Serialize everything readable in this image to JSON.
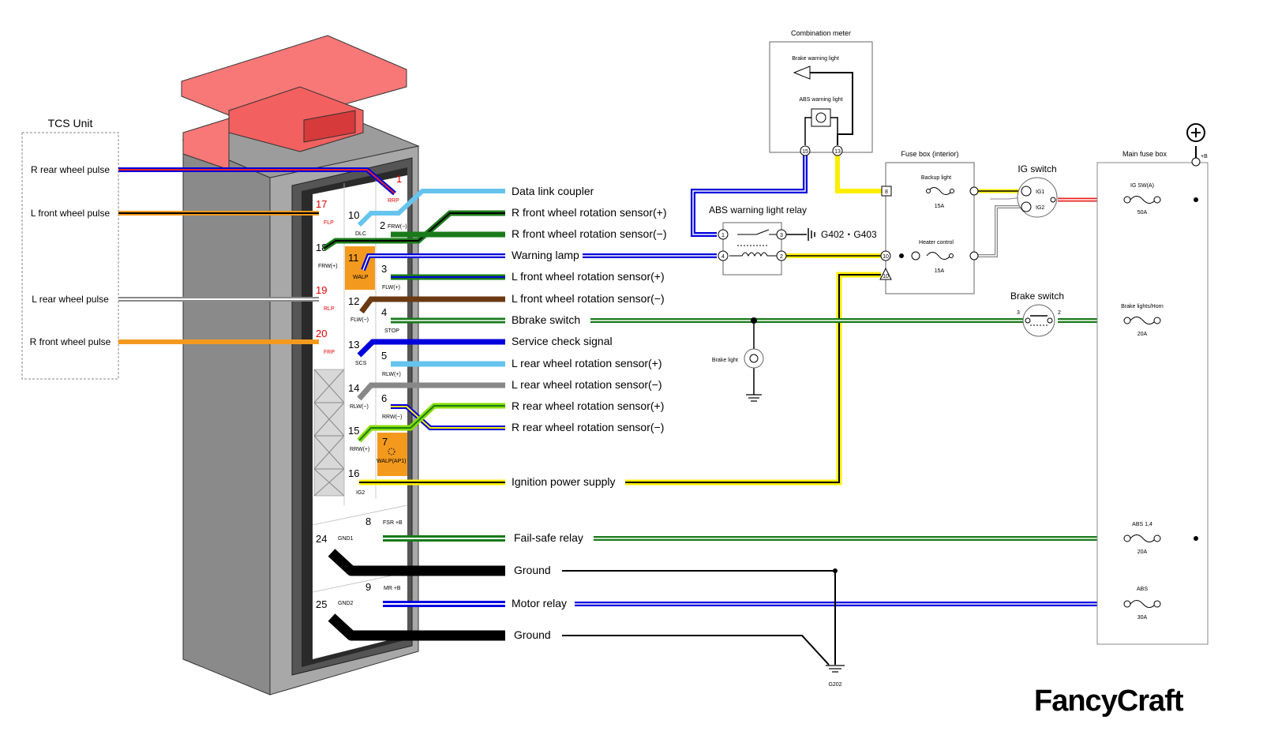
{
  "tcs_unit": {
    "title": "TCS Unit",
    "inputs": [
      "R rear wheel pulse",
      "L front wheel pulse",
      "L rear wheel pulse",
      "R front wheel pulse"
    ]
  },
  "connector": {
    "pins": [
      {
        "num": "1",
        "code": "RRP"
      },
      {
        "num": "17",
        "code": "FLP"
      },
      {
        "num": "10",
        "code": "DLC"
      },
      {
        "num": "2",
        "code": "FRW(−)"
      },
      {
        "num": "18",
        "code": "FRW(+)"
      },
      {
        "num": "11",
        "code": "WALP"
      },
      {
        "num": "3",
        "code": "FLW(+)"
      },
      {
        "num": "19",
        "code": "RLP"
      },
      {
        "num": "12",
        "code": "FLW(−)"
      },
      {
        "num": "4",
        "code": "STOP"
      },
      {
        "num": "20",
        "code": "FRP"
      },
      {
        "num": "13",
        "code": "SCS"
      },
      {
        "num": "5",
        "code": "RLW(+)"
      },
      {
        "num": "14",
        "code": "RLW(−)"
      },
      {
        "num": "6",
        "code": "RRW(−)"
      },
      {
        "num": "15",
        "code": "RRW(+)"
      },
      {
        "num": "7",
        "code": "WALP(AP1)"
      },
      {
        "num": "16",
        "code": "IG2"
      },
      {
        "num": "8",
        "code": "FSR +B"
      },
      {
        "num": "24",
        "code": "GND1"
      },
      {
        "num": "9",
        "code": "MR +B"
      },
      {
        "num": "25",
        "code": "GND2"
      }
    ]
  },
  "signals": [
    "Data link coupler",
    "R front wheel rotation sensor(+)",
    "R front wheel rotation sensor(−)",
    "Warning lamp",
    "L front wheel rotation sensor(+)",
    "L front wheel rotation sensor(−)",
    "Bbrake switch",
    "Service check signal",
    "L rear wheel rotation sensor(+)",
    "L rear wheel rotation sensor(−)",
    "R rear wheel rotation sensor(+)",
    "R rear wheel rotation sensor(−)",
    "Ignition power supply",
    "Fail-safe relay",
    "Ground",
    "Motor relay",
    "Ground"
  ],
  "combination_meter": {
    "title": "Combination meter",
    "brake_warning": "Brake warning light",
    "abs_warning": "ABS warning light",
    "pins": [
      "15",
      "13"
    ]
  },
  "relay": {
    "title": "ABS warning light relay",
    "pins": [
      "1",
      "3",
      "4",
      "2"
    ],
    "ground": "G402・G403"
  },
  "fuse_box_interior": {
    "title": "Fuse box (interior)",
    "backup_light": "Backup light",
    "backup_rating": "15A",
    "heater_control": "Heater control",
    "heater_rating": "15A",
    "pins": [
      "8",
      "10",
      "10"
    ]
  },
  "ig_switch": {
    "title": "IG switch",
    "ig1": "IG1",
    "ig2": "IG2"
  },
  "main_fuse_box": {
    "title": "Main fuse box",
    "battery": "+B",
    "fuses": [
      {
        "name": "IG SW(A)",
        "rating": "50A"
      },
      {
        "name": "Brake lights/Horn",
        "rating": "20A"
      },
      {
        "name": "ABS 1,4",
        "rating": "20A"
      },
      {
        "name": "ABS",
        "rating": "30A"
      }
    ]
  },
  "brake_switch": {
    "title": "Brake switch",
    "pin_left": "3",
    "pin_right": "2"
  },
  "brake_light": "Brake light",
  "ground_g202": "G202",
  "logo": "FancyCraft",
  "colors": {
    "blue": "#0000dd",
    "light_blue": "#66c4ee",
    "dark_green": "#1a7a1a",
    "brown": "#6b3a12",
    "gray": "#888888",
    "orange": "#f39a1e",
    "yellow": "#ffee00",
    "red": "#e8231f",
    "anvil": "#f87878"
  }
}
